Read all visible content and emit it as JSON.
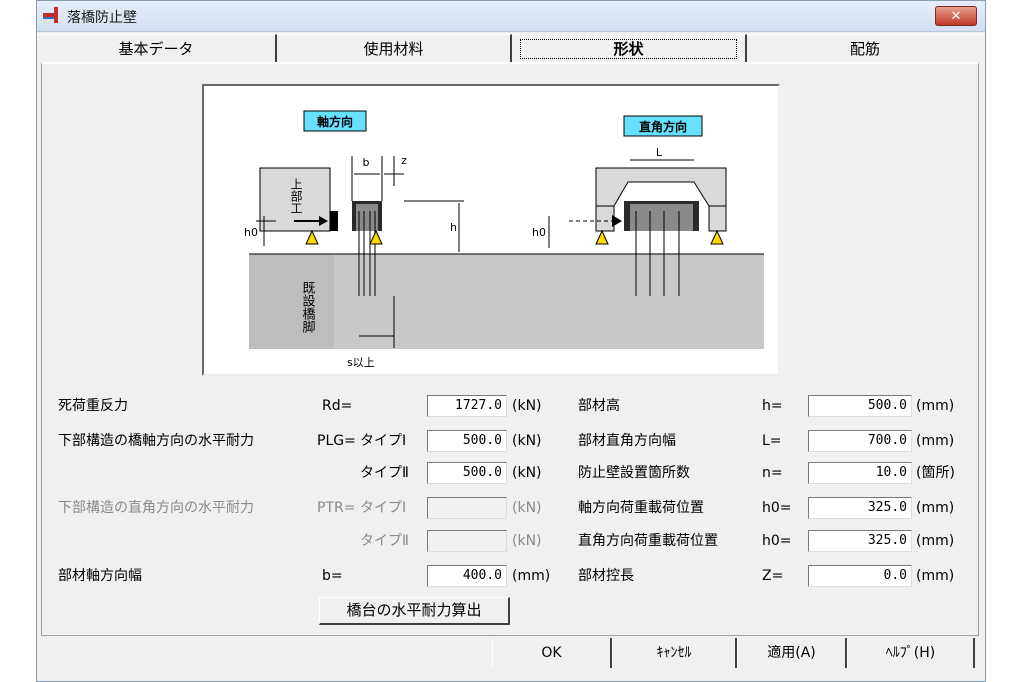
{
  "window": {
    "title": "落橋防止壁"
  },
  "tabs": [
    {
      "label": "基本データ"
    },
    {
      "label": "使用材料"
    },
    {
      "label": "形状"
    },
    {
      "label": "配筋"
    }
  ],
  "figure": {
    "axial_label": "軸方向",
    "perp_label": "直角方向",
    "upper_label": "上部工",
    "pier_label": "既設橋脚",
    "b": "b",
    "z": "z",
    "h": "h",
    "h0": "h0",
    "L": "L",
    "s_min": "s以上"
  },
  "left": {
    "dead_load": {
      "label": "死荷重反力",
      "sym": "Rd=",
      "value": "1727.0",
      "unit": "(kN)"
    },
    "plg": {
      "label": "下部構造の橋軸方向の水平耐力",
      "sym": "PLG=",
      "type1": "タイプⅠ",
      "type2": "タイプⅡ",
      "value1": "500.0",
      "value2": "500.0",
      "unit": "(kN)"
    },
    "ptr": {
      "label": "下部構造の直角方向の水平耐力",
      "sym": "PTR=",
      "type1": "タイプⅠ",
      "type2": "タイプⅡ",
      "value1": "",
      "value2": "",
      "unit": "(kN)"
    },
    "b": {
      "label": "部材軸方向幅",
      "sym": "b=",
      "value": "400.0",
      "unit": "(mm)"
    },
    "calc_button": "橋台の水平耐力算出"
  },
  "right": {
    "h": {
      "label": "部材高",
      "sym": "h=",
      "value": "500.0",
      "unit": "(mm)"
    },
    "L": {
      "label": "部材直角方向幅",
      "sym": "L=",
      "value": "700.0",
      "unit": "(mm)"
    },
    "n": {
      "label": "防止壁設置箇所数",
      "sym": "n=",
      "value": "10.0",
      "unit": "(箇所)"
    },
    "h0a": {
      "label": "軸方向荷重載荷位置",
      "sym": "h0=",
      "value": "325.0",
      "unit": "(mm)"
    },
    "h0b": {
      "label": "直角方向荷重載荷位置",
      "sym": "h0=",
      "value": "325.0",
      "unit": "(mm)"
    },
    "z": {
      "label": "部材控長",
      "sym": "Z=",
      "value": "0.0",
      "unit": "(mm)"
    }
  },
  "buttons": {
    "ok": "OK",
    "cancel": "ｷｬﾝｾﾙ",
    "apply": "適用(A)",
    "help": "ﾍﾙﾌﾟ(H)"
  },
  "colors": {
    "label_bg": "#66e0ff",
    "ground": "#c8c8c8",
    "bearing": "#ffd700"
  }
}
